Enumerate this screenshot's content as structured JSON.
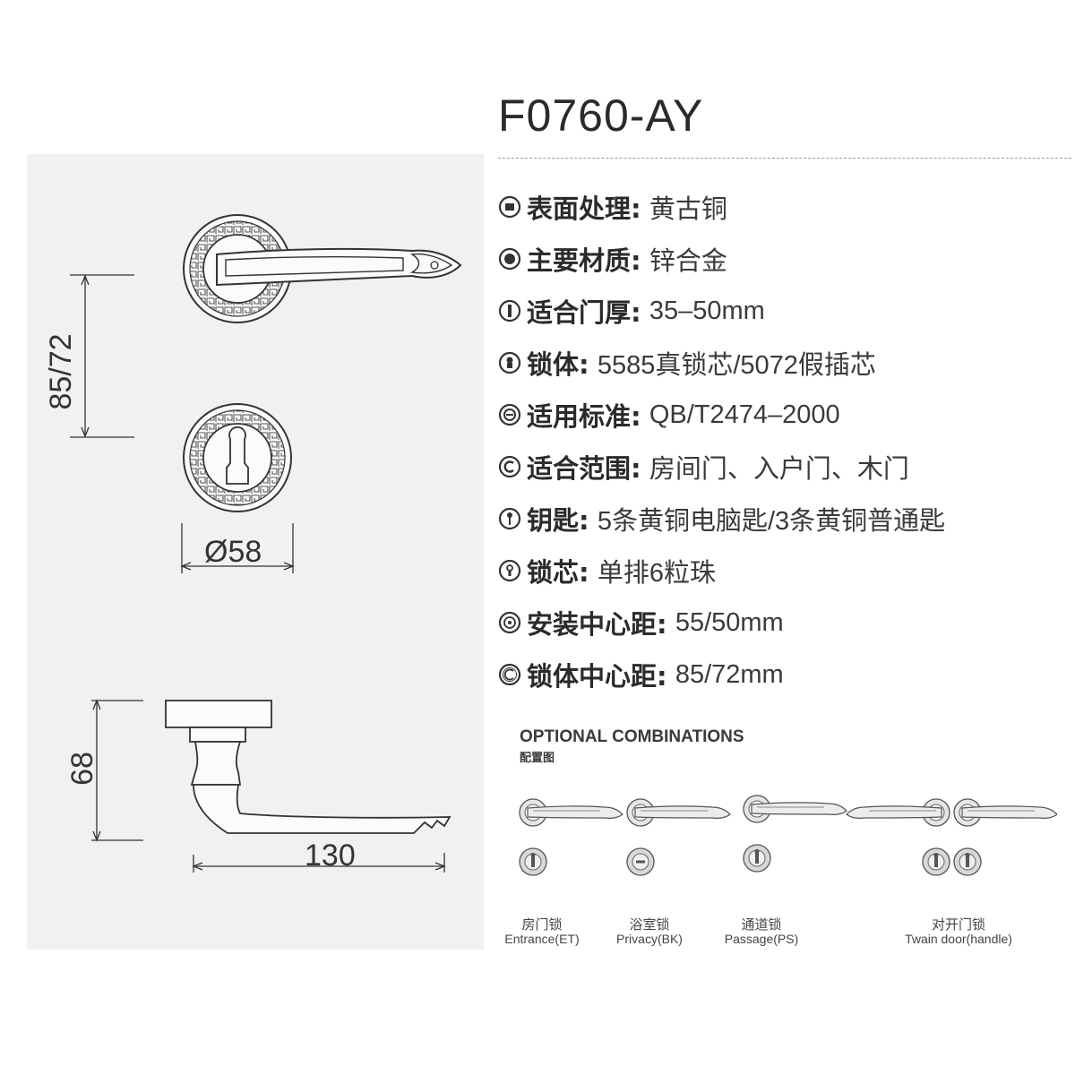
{
  "model": "F0760-AY",
  "dimensions": {
    "height_label": "85/72",
    "rose_diameter": "Ø58",
    "projection": "68",
    "length": "130"
  },
  "specs": [
    {
      "icon": "surface-icon",
      "label": "表面处理:",
      "value": "黄古铜"
    },
    {
      "icon": "material-icon",
      "label": "主要材质:",
      "value": "锌合金"
    },
    {
      "icon": "door-thickness-icon",
      "label": "适合门厚:",
      "value": "35–50mm"
    },
    {
      "icon": "lock-body-icon",
      "label": "锁体:",
      "value": "5585真锁芯/5072假插芯"
    },
    {
      "icon": "standard-icon",
      "label": "适用标准:",
      "value": "QB/T2474–2000"
    },
    {
      "icon": "scope-icon",
      "label": "适合范围:",
      "value": "房间门、入户门、木门"
    },
    {
      "icon": "key-icon",
      "label": "钥匙:",
      "value": "5条黄铜电脑匙/3条黄铜普通匙"
    },
    {
      "icon": "cylinder-icon",
      "label": "锁芯:",
      "value": "单排6粒珠"
    },
    {
      "icon": "install-distance-icon",
      "label": "安装中心距:",
      "value": "55/50mm"
    },
    {
      "icon": "body-distance-icon",
      "label": "锁体中心距:",
      "value": "85/72mm"
    }
  ],
  "optional": {
    "title": "OPTIONAL COMBINATIONS",
    "subtitle": "配置图",
    "combos": [
      {
        "cn": "房门锁",
        "en": "Entrance(ET)"
      },
      {
        "cn": "浴室锁",
        "en": "Privacy(BK)"
      },
      {
        "cn": "通道锁",
        "en": "Passage(PS)"
      },
      {
        "cn": "对开门锁",
        "en": "Twain door(handle)"
      }
    ]
  }
}
